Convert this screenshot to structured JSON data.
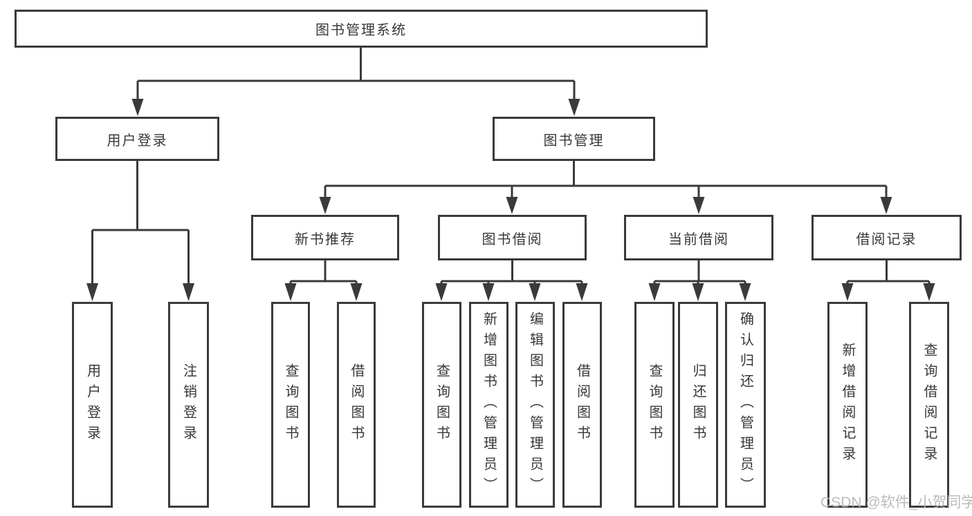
{
  "diagram": {
    "type": "tree",
    "nodes": {
      "root": {
        "label": "图书管理系统"
      },
      "level1": [
        {
          "label": "用户登录"
        },
        {
          "label": "图书管理"
        }
      ],
      "level2": [
        {
          "label": "新书推荐",
          "parent": "图书管理"
        },
        {
          "label": "图书借阅",
          "parent": "图书管理"
        },
        {
          "label": "当前借阅",
          "parent": "图书管理"
        },
        {
          "label": "借阅记录",
          "parent": "图书管理"
        }
      ],
      "leaves": [
        {
          "label": "用户登录",
          "parent": "用户登录"
        },
        {
          "label": "注销登录",
          "parent": "用户登录"
        },
        {
          "label": "查询图书",
          "parent": "新书推荐"
        },
        {
          "label": "借阅图书",
          "parent": "新书推荐"
        },
        {
          "label": "查询图书",
          "parent": "图书借阅"
        },
        {
          "label": "新增图书（管理员）",
          "parent": "图书借阅"
        },
        {
          "label": "编辑图书（管理员）",
          "parent": "图书借阅"
        },
        {
          "label": "借阅图书",
          "parent": "图书借阅"
        },
        {
          "label": "查询图书",
          "parent": "当前借阅"
        },
        {
          "label": "归还图书",
          "parent": "当前借阅"
        },
        {
          "label": "确认归还（管理员）",
          "parent": "当前借阅"
        },
        {
          "label": "新增借阅记录",
          "parent": "借阅记录"
        },
        {
          "label": "查询借阅记录",
          "parent": "借阅记录"
        }
      ]
    }
  },
  "watermark": {
    "text": "CSDN @软件_小贺同学"
  },
  "colors": {
    "line": "#3a3a3a",
    "text": "#383838",
    "background": "#ffffff",
    "watermark": "#b4b4b4"
  }
}
